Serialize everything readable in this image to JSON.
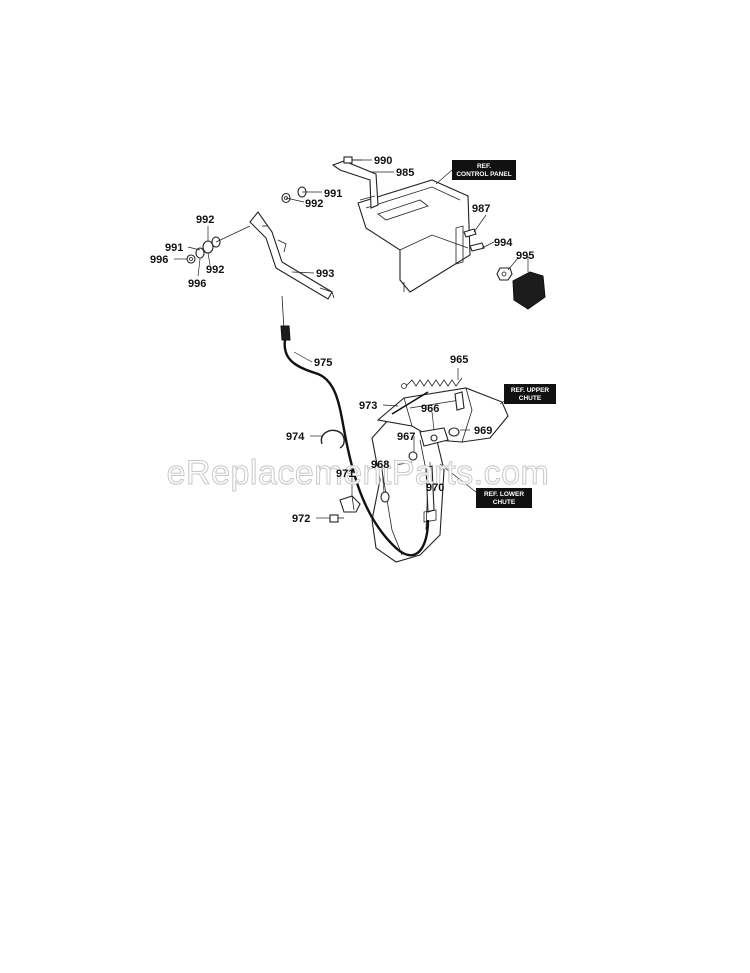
{
  "callouts": [
    "990",
    "985",
    "991",
    "992",
    "987",
    "994",
    "995",
    "992",
    "991",
    "996",
    "992",
    "996",
    "993",
    "975",
    "965",
    "973",
    "966",
    "969",
    "974",
    "967",
    "968",
    "970",
    "971",
    "972"
  ],
  "ref_boxes": [
    {
      "line1": "REF.",
      "line2": "CONTROL PANEL"
    },
    {
      "line1": "REF. UPPER",
      "line2": "CHUTE"
    },
    {
      "line1": "REF. LOWER",
      "line2": "CHUTE"
    }
  ],
  "watermark": "eReplacementParts.com"
}
